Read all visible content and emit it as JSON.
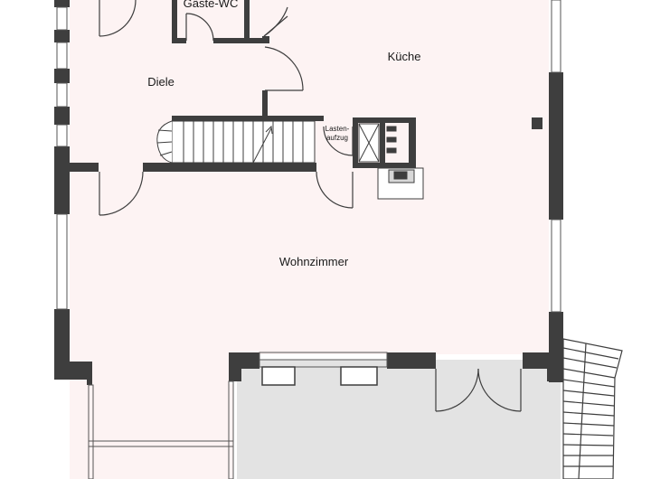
{
  "rooms": {
    "guest_wc": "Gäste-WC",
    "kitchen": "Küche",
    "hall": "Diele",
    "living": "Wohnzimmer"
  },
  "lift": {
    "line1": "Lasten-",
    "line2": "aufzug"
  },
  "colors": {
    "floor": "#fdf3f3",
    "terrace": "#e3e3e3",
    "wall": "#3e3e3e",
    "line": "#555555"
  }
}
